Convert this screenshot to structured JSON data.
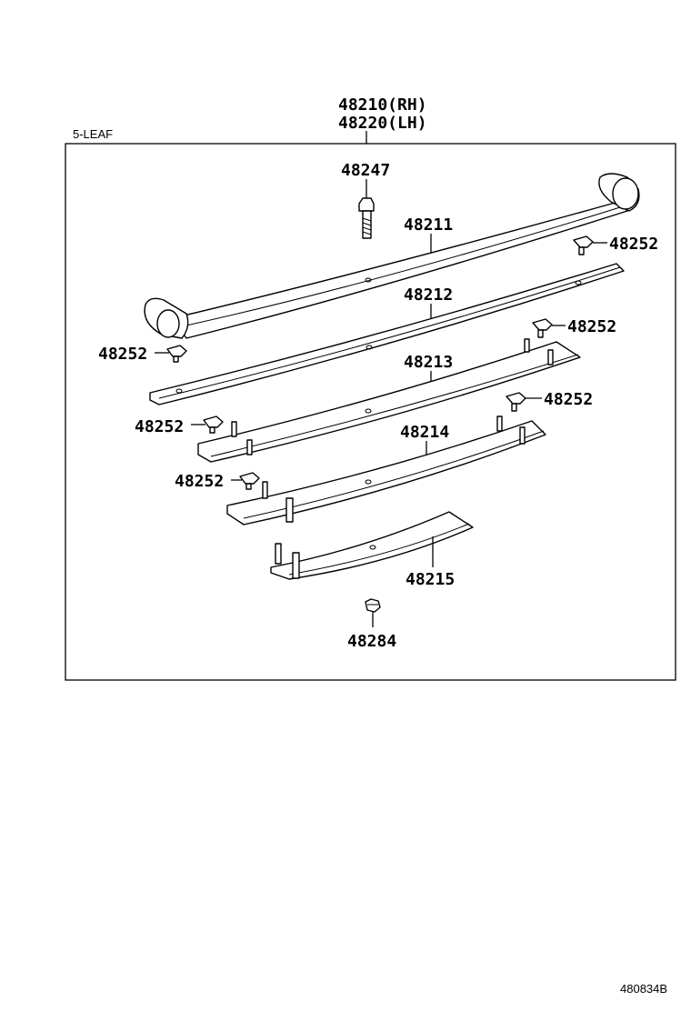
{
  "diagram": {
    "assembly_label_rh": "48210(RH)",
    "assembly_label_lh": "48220(LH)",
    "variant_label": "5-LEAF",
    "parts": {
      "bolt": "48247",
      "leaf1": "48211",
      "leaf2": "48212",
      "leaf3": "48213",
      "leaf4": "48214",
      "leaf5": "48215",
      "nut": "48284",
      "clip": "48252"
    },
    "figure_code": "480834B"
  }
}
